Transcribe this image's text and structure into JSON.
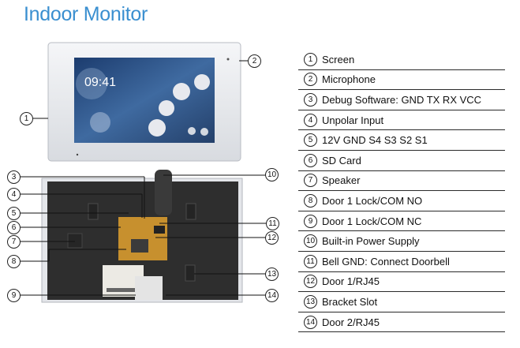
{
  "title": "Indoor Monitor",
  "screen_clock": "09:41",
  "legend": [
    {
      "num": "1",
      "label": "Screen"
    },
    {
      "num": "2",
      "label": "Microphone"
    },
    {
      "num": "3",
      "label": "Debug Software: GND TX RX VCC"
    },
    {
      "num": "4",
      "label": "Unpolar Input"
    },
    {
      "num": "5",
      "label": "12V GND S4 S3 S2 S1"
    },
    {
      "num": "6",
      "label": "SD Card"
    },
    {
      "num": "7",
      "label": "Speaker"
    },
    {
      "num": "8",
      "label": "Door 1 Lock/COM NO"
    },
    {
      "num": "9",
      "label": "Door 1 Lock/COM NC"
    },
    {
      "num": "10",
      "label": "Built-in Power Supply"
    },
    {
      "num": "11",
      "label": "Bell GND: Connect  Doorbell"
    },
    {
      "num": "12",
      "label": "Door 1/RJ45"
    },
    {
      "num": "13",
      "label": "Bracket Slot"
    },
    {
      "num": "14",
      "label": "Door 2/RJ45"
    }
  ],
  "callouts": {
    "c1": "1",
    "c2": "2",
    "c3": "3",
    "c4": "4",
    "c5": "5",
    "c6": "6",
    "c7": "7",
    "c8": "8",
    "c9": "9",
    "c10": "10",
    "c11": "11",
    "c12": "12",
    "c13": "13",
    "c14": "14"
  },
  "colors": {
    "title": "#3a8fd0",
    "screen_bg": "#2a4a78",
    "device_back": "#2b2b2b",
    "frame": "#e9ebee"
  }
}
